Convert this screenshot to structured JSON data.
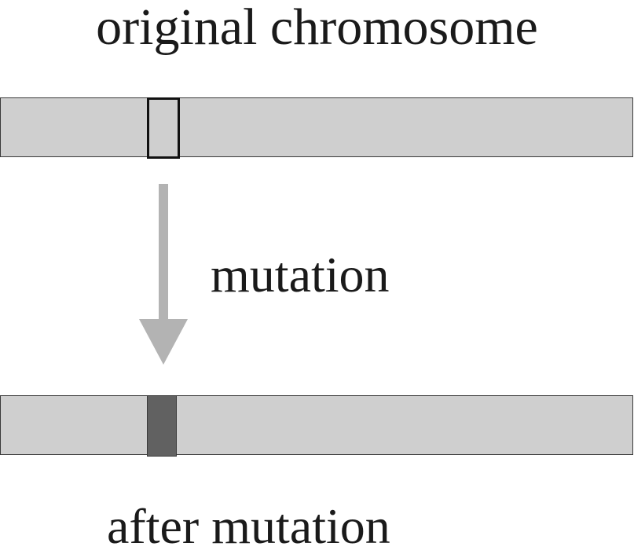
{
  "labels": {
    "original": "original chromosome",
    "mutation": "mutation",
    "after": "after mutation"
  },
  "colors": {
    "chromosome_fill": "#cfcfcf",
    "chromosome_border": "#3a3a3a",
    "gene_outline": "#111111",
    "mutated_gene_fill": "#616161",
    "arrow": "#b3b3b3",
    "text": "#1a1a1a"
  }
}
